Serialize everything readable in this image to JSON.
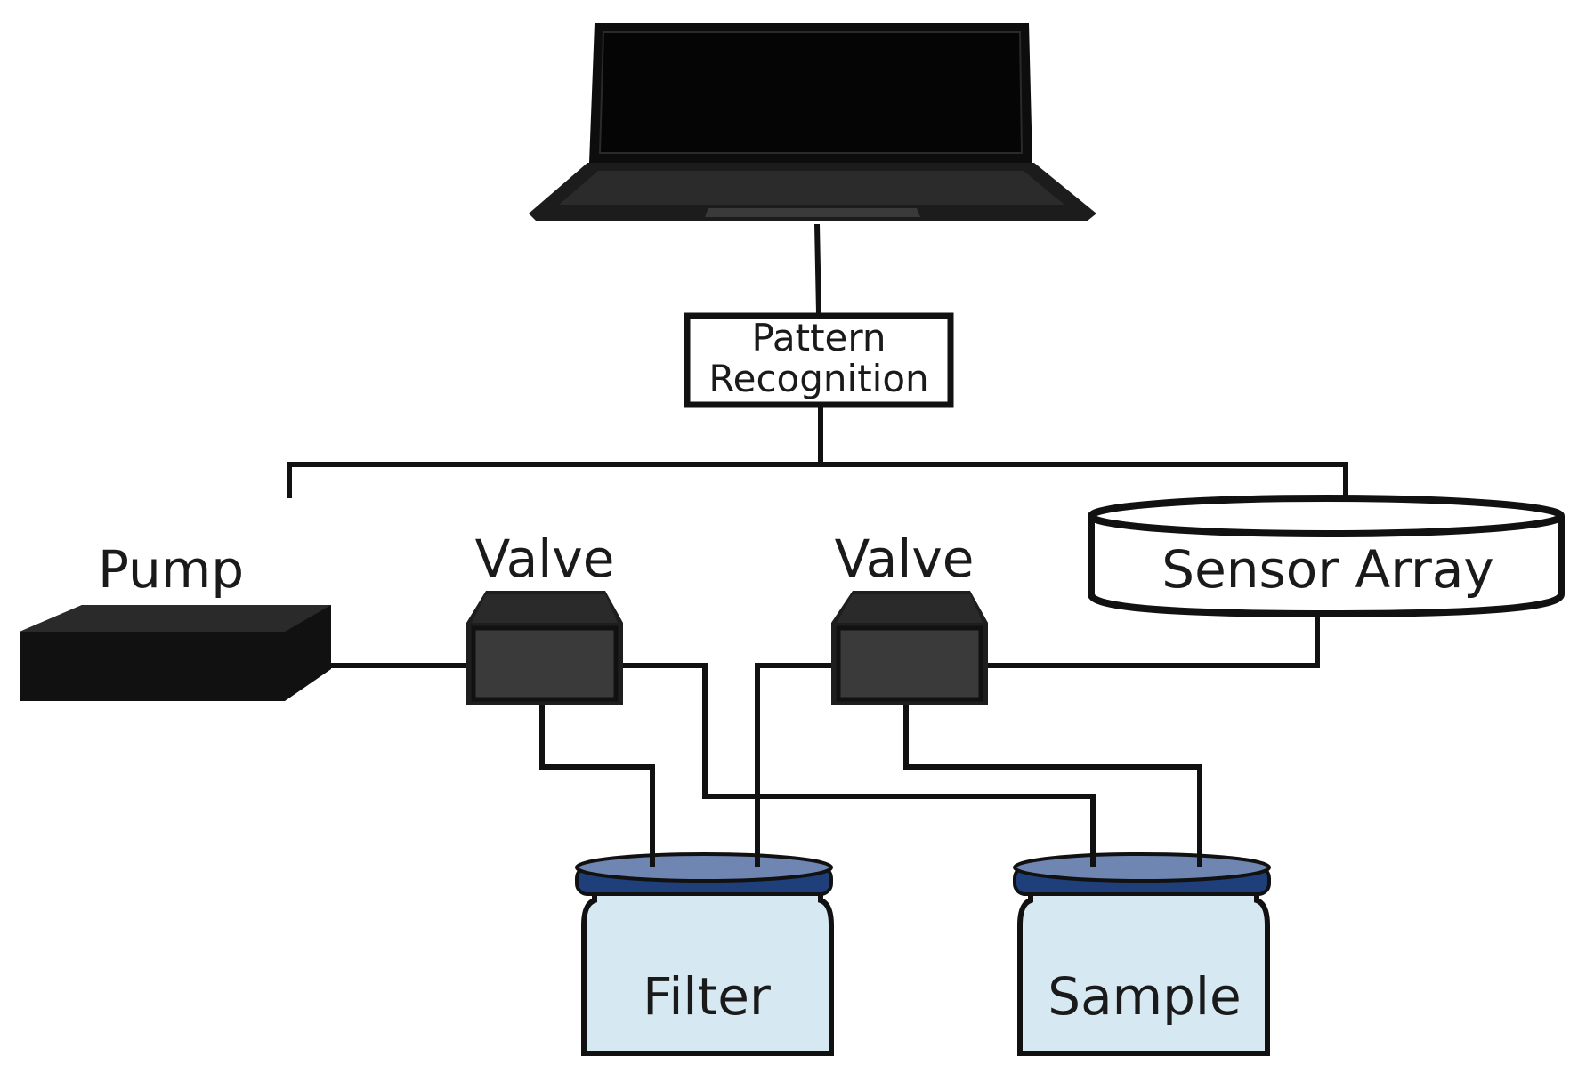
{
  "diagram": {
    "pattern_recognition": {
      "line1": "Pattern",
      "line2": "Recognition"
    },
    "pump": {
      "label": "Pump"
    },
    "valve_left": {
      "label": "Valve"
    },
    "valve_right": {
      "label": "Valve"
    },
    "sensor_array": {
      "label": "Sensor Array"
    },
    "filter": {
      "label": "Filter"
    },
    "sample": {
      "label": "Sample"
    }
  },
  "colors": {
    "line": "#111111",
    "laptop": "#0d0d0d",
    "pump": "#111111",
    "valve_body": "#3a3a3a",
    "valve_top": "#2a2a2a",
    "cap_fill": "#6f86b3",
    "cap_stroke": "#1f3f7a",
    "jar_fill": "#d6e9f3"
  }
}
